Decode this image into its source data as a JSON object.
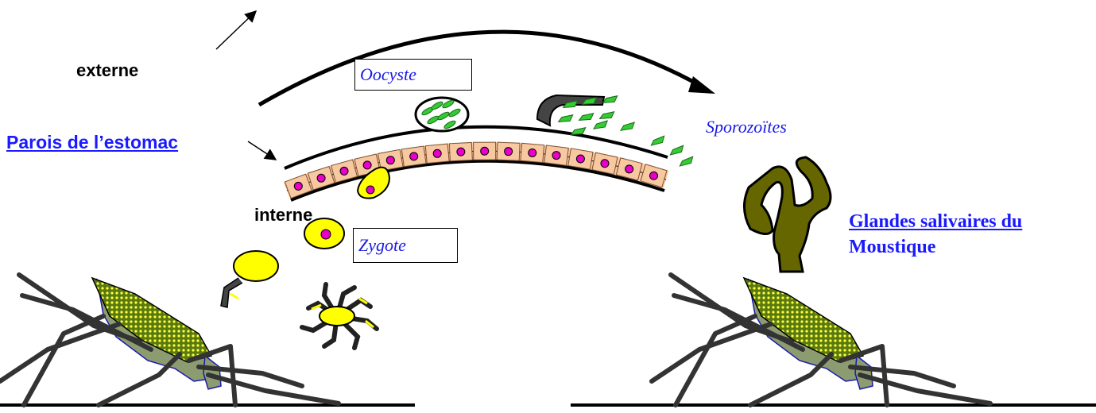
{
  "labels": {
    "externe": "externe",
    "interne": "interne",
    "parois": "Parois de l’estomac",
    "oocyste": "Oocyste",
    "zygote": "Zygote",
    "sporozoites": "Sporozoïtes",
    "glandes_line1": "Glandes salivaires du",
    "glandes_line2": "Moustique"
  },
  "colors": {
    "link_blue": "#1a1aff",
    "italic_blue": "#1a1ae6",
    "cell_fill": "#f8c8a0",
    "nucleus": "#e800c8",
    "yellow": "#ffff00",
    "green": "#33cc33",
    "gland_olive": "#666600",
    "mosquito_body": "#8c9c70"
  }
}
